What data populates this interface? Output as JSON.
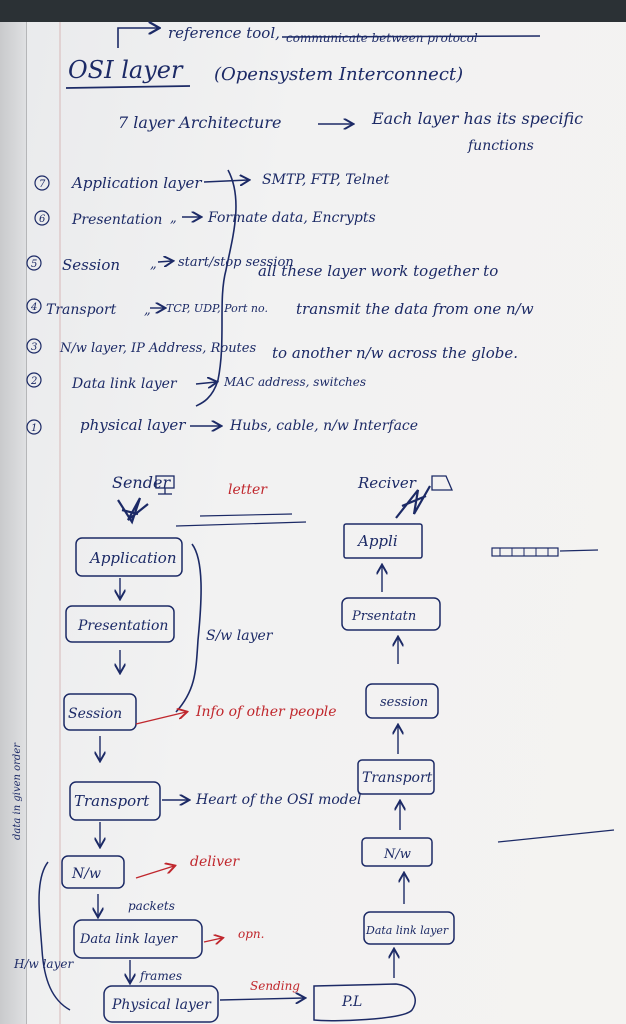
{
  "header": {
    "top_note": "reference tool,",
    "top_note_struck": "communicate between protocol",
    "title": "OSI layer",
    "title_expansion": "(Opensystem Interconnect)",
    "architecture": "7 layer Architecture",
    "each_layer_line1": "Each layer has its specific",
    "each_layer_line2": "functions"
  },
  "layers_list": [
    {
      "num": "7",
      "text": "Application layer",
      "detail": "SMTP, FTP, Telnet"
    },
    {
      "num": "6",
      "text": "Presentation",
      "detail": "Formate data, Encrypts"
    },
    {
      "num": "5",
      "text": "Session",
      "detail": "start/stop session"
    },
    {
      "num": "4",
      "text": "Transport",
      "detail": "TCP, UDP, Port no."
    },
    {
      "num": "3",
      "text": "N/w layer, IP Address, Routes",
      "detail": ""
    },
    {
      "num": "2",
      "text": "Data link layer",
      "detail": "MAC address, switches"
    },
    {
      "num": "1",
      "text": "physical layer",
      "detail": "Hubs, cable, n/w Interface"
    }
  ],
  "together_note": {
    "line1": "all these layer work together to",
    "line2": "transmit the data from one n/w",
    "line3": "to another n/w across the globe."
  },
  "diagram": {
    "sender": "Sender",
    "letter": "letter",
    "receiver": "Reciver",
    "sender_boxes": [
      "Application",
      "Presentation",
      "Session",
      "Transport",
      "N/w",
      "Data link layer",
      "Physical layer"
    ],
    "receiver_boxes": [
      "Appli",
      "Prsentatn",
      "session",
      "Transport",
      "N/w",
      "Data link layer",
      "P.L"
    ],
    "sw_layer": "S/w layer",
    "info_other": "Info of other people",
    "heart": "Heart of the OSI model",
    "deliver": "deliver",
    "packets": "packets",
    "opn": "opn.",
    "frames": "frames",
    "sending": "Sending",
    "hw_layer": "H/w layer",
    "side_note": "data in given order"
  },
  "colors": {
    "ink": "#1c2a66",
    "red_ink": "#c0272d",
    "paper": "#f2f2f2"
  }
}
